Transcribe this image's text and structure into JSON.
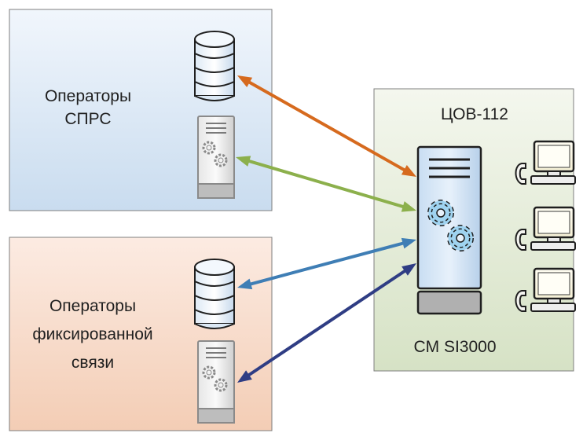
{
  "groups": {
    "mobile": {
      "label_line1": "Операторы",
      "label_line2": "СПРС"
    },
    "fixed": {
      "label_line1": "Операторы",
      "label_line2": "фиксированной",
      "label_line3": "связи"
    },
    "center": {
      "title": "ЦОВ-112",
      "subtitle": "CM SI3000"
    }
  },
  "connections": [
    {
      "from": "mobile-database",
      "to": "central-server",
      "color": "#d66a1e",
      "bidirectional": true
    },
    {
      "from": "mobile-server",
      "to": "central-server",
      "color": "#8cb04c",
      "bidirectional": true
    },
    {
      "from": "fixed-database",
      "to": "central-server",
      "color": "#3f7eb5",
      "bidirectional": true
    },
    {
      "from": "fixed-server",
      "to": "central-server",
      "color": "#2f3d84",
      "bidirectional": true
    }
  ],
  "workstations": [
    "operator-workstation-1",
    "operator-workstation-2",
    "operator-workstation-3"
  ],
  "icons": [
    "database-icon",
    "server-icon",
    "gear-icon",
    "telephone-icon",
    "computer-monitor-icon"
  ]
}
